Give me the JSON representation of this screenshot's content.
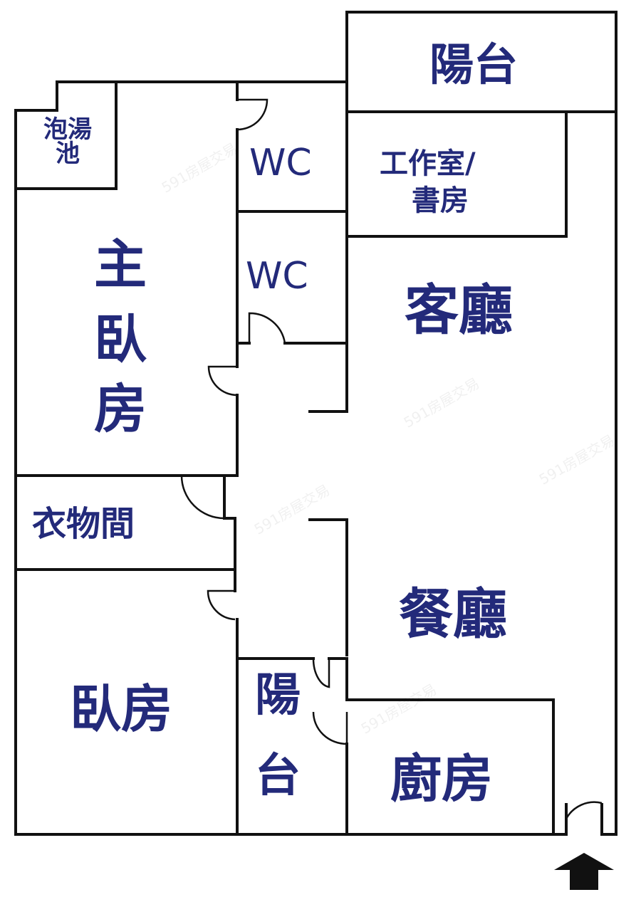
{
  "rooms": {
    "balcony_top": "陽台",
    "hot_tub": "泡湯池",
    "wc1": "WC",
    "wc2": "WC",
    "study": "工作室/",
    "study_line2": "書房",
    "master_bedroom": [
      "主",
      "臥",
      "房"
    ],
    "living_room": "客廳",
    "closet": "衣物間",
    "dining_room": "餐廳",
    "bedroom": "臥房",
    "balcony_small": [
      "陽",
      "台"
    ],
    "kitchen": "廚房"
  },
  "watermark": "591房屋交易",
  "colors": {
    "label": "#232a7a",
    "wall": "#111111"
  }
}
